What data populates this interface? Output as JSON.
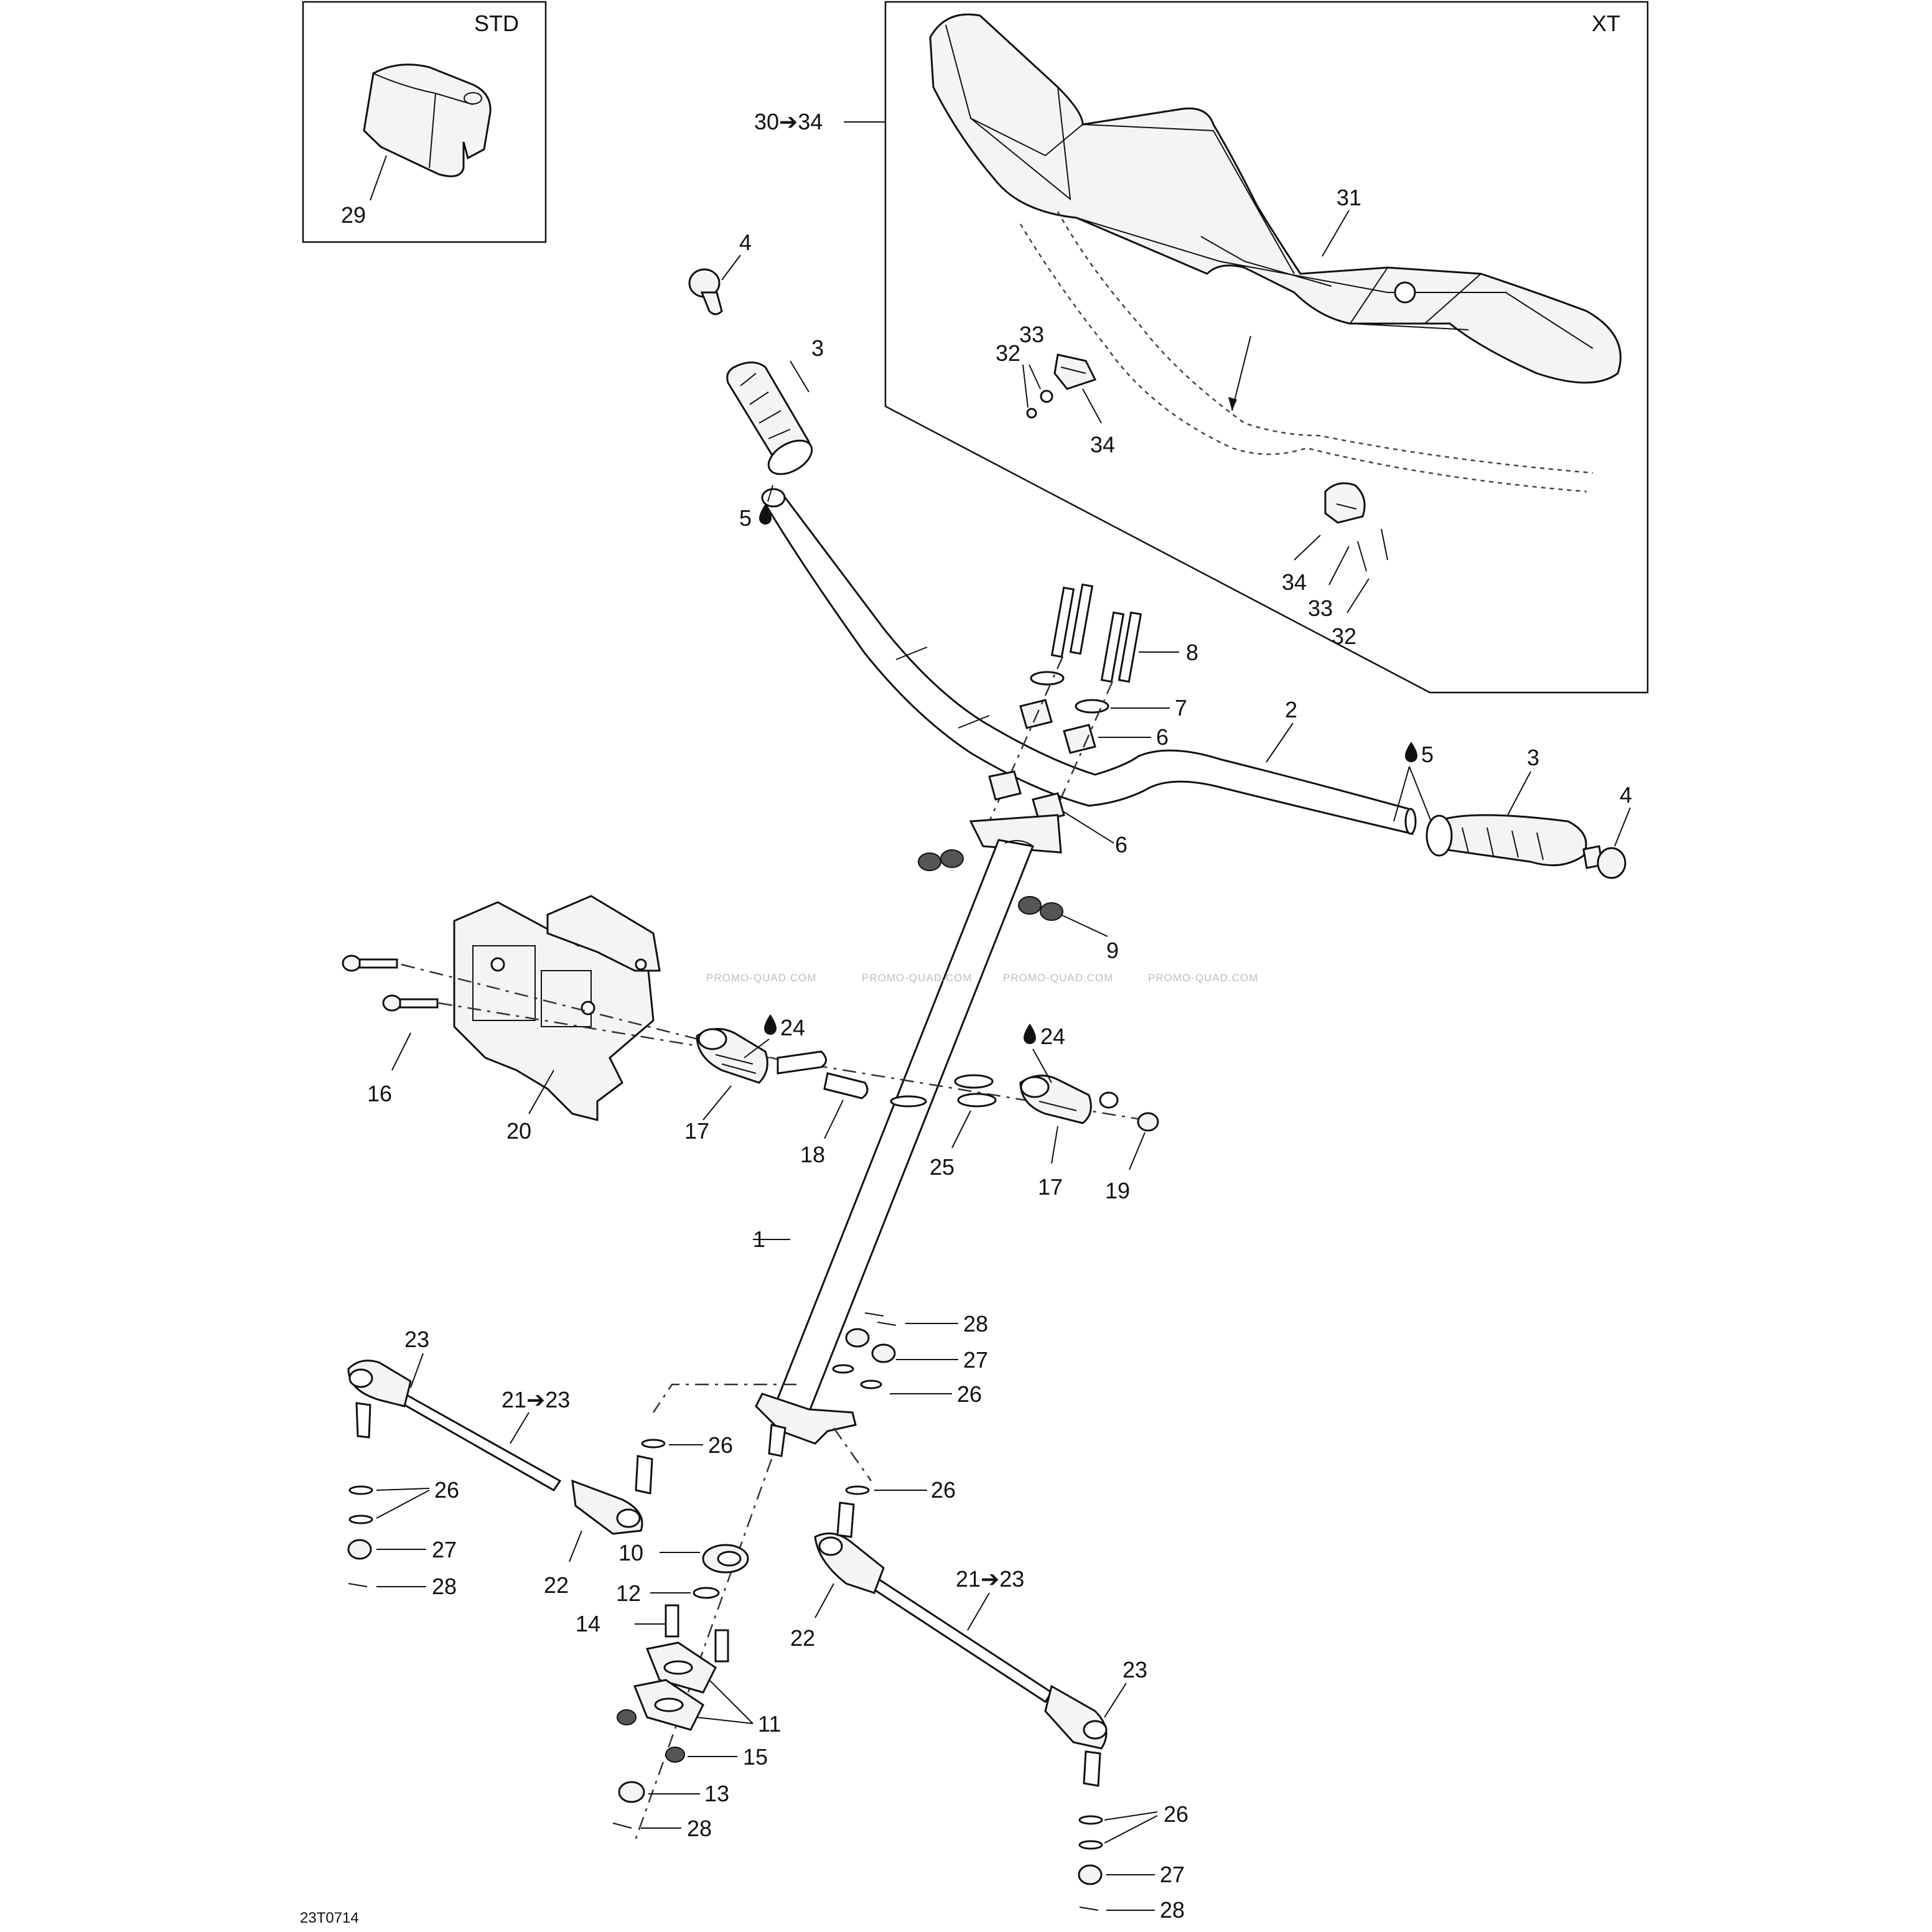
{
  "figure_code": "23T0714",
  "insets": {
    "std": {
      "title": "STD",
      "label": "29"
    },
    "xt": {
      "title": "XT",
      "kit_callout": "30➔34"
    }
  },
  "watermark": "PROMO-QUAD.COM",
  "icons": {
    "lubricant": "oil-drop-icon",
    "arrow": "arrow-right-icon"
  },
  "callouts": {
    "c1": "1",
    "c2": "2",
    "c3a": "3",
    "c3b": "3",
    "c4a": "4",
    "c4b": "4",
    "c5a": "5",
    "c5b": "5",
    "c6a": "6",
    "c6b": "6",
    "c7": "7",
    "c8": "8",
    "c9": "9",
    "c10": "10",
    "c11": "11",
    "c12": "12",
    "c13": "13",
    "c14": "14",
    "c15": "15",
    "c16": "16",
    "c17a": "17",
    "c17b": "17",
    "c18": "18",
    "c19": "19",
    "c20": "20",
    "c2123a": "21➔23",
    "c2123b": "21➔23",
    "c22a": "22",
    "c22b": "22",
    "c23a": "23",
    "c23b": "23",
    "c24a": "24",
    "c24b": "24",
    "c25": "25",
    "c26a": "26",
    "c26b": "26",
    "c26c": "26",
    "c26d": "26",
    "c26e": "26",
    "c27a": "27",
    "c27b": "27",
    "c27c": "27",
    "c28a": "28",
    "c28b": "28",
    "c28c": "28",
    "c28d": "28",
    "c31": "31",
    "c32a": "32",
    "c32b": "32",
    "c33a": "33",
    "c33b": "33",
    "c34a": "34",
    "c34b": "34"
  }
}
